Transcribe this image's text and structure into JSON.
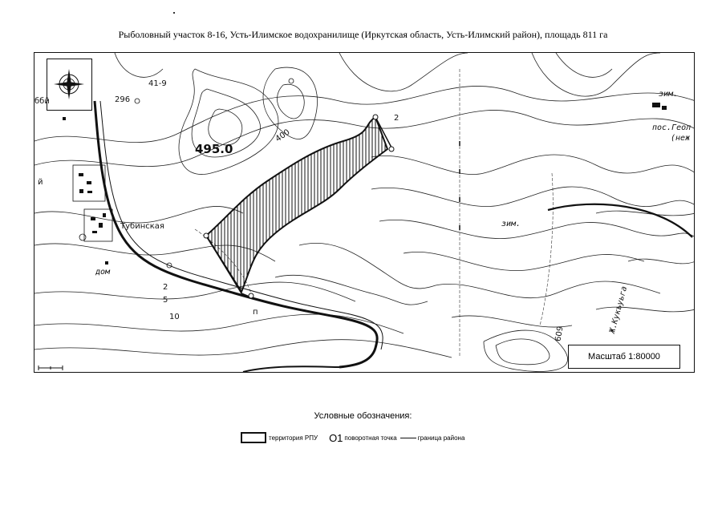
{
  "title": "Рыболовный участок 8-16, Усть-Илимское водохранилище (Иркутская область, Усть-Илимский район), площадь 811 га",
  "map": {
    "labels": [
      {
        "id": "elev-495",
        "text": "495.0",
        "bold": true
      },
      {
        "id": "tubinskaya",
        "text": "Тубинская"
      },
      {
        "id": "dom",
        "text": "дом",
        "italic": true
      },
      {
        "id": "zim-top",
        "text": "зим.",
        "italic": true
      },
      {
        "id": "zim-mid",
        "text": "зим.",
        "italic": true
      },
      {
        "id": "pos-geol",
        "text": "пос.Геол",
        "italic": true
      },
      {
        "id": "nezh",
        "text": "(неж",
        "italic": true
      },
      {
        "id": "num-41-9",
        "text": "41-9"
      },
      {
        "id": "num-296",
        "text": "296"
      },
      {
        "id": "num-400",
        "text": "400"
      },
      {
        "id": "num-2a",
        "text": "2"
      },
      {
        "id": "num-2b",
        "text": "2"
      },
      {
        "id": "num-5",
        "text": "5"
      },
      {
        "id": "num-10",
        "text": "10"
      },
      {
        "id": "num-609",
        "text": "609"
      },
      {
        "id": "num-n",
        "text": "п"
      },
      {
        "id": "num-bbi",
        "text": "ббй"
      },
      {
        "id": "num-j",
        "text": "й"
      },
      {
        "id": "river-name",
        "text": "Ж.Кукъуьга",
        "italic": true
      }
    ]
  },
  "scale": {
    "label": "Масштаб 1:80000"
  },
  "legend": {
    "title": "Условные обозначения:",
    "item_territory": "территория РПУ",
    "item_point_symbol": "О1",
    "item_point": "поворотная точка",
    "item_boundary": "граница района"
  },
  "colors": {
    "ink": "#111111",
    "background": "#ffffff"
  }
}
